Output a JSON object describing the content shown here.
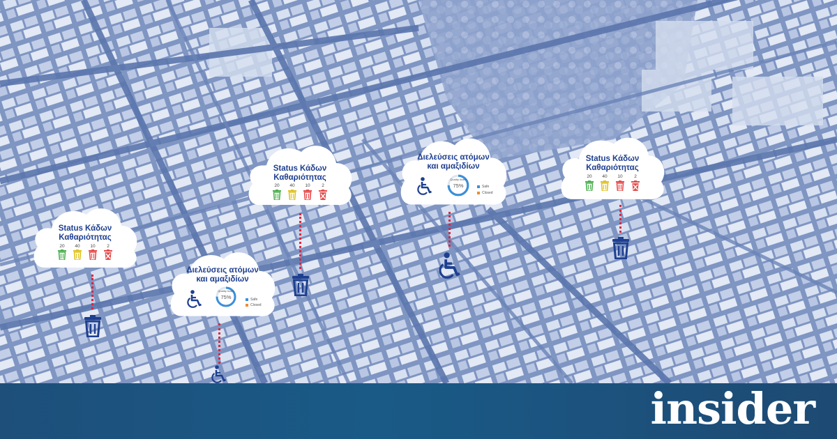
{
  "brand": {
    "logo_text": "insider"
  },
  "colors": {
    "accent": "#1e3f8f",
    "marker": "#1e3f8f",
    "connector": "#e0243b",
    "bin_green": "#4caf50",
    "bin_yellow": "#e0c21f",
    "bin_red": "#e54b4b",
    "footer": "#1d4f7a"
  },
  "icons": [
    "trash-bin-icon",
    "wheelchair-icon",
    "donut-gauge-icon"
  ],
  "status_widget": {
    "title_line1": "Status Κάδων",
    "title_line2": "Καθαριότητας",
    "counts": [
      "20",
      "40",
      "10",
      "2"
    ],
    "bin_states": [
      "green",
      "yellow",
      "red",
      "full"
    ]
  },
  "crossing_widget": {
    "title_line1": "Διελεύσεις ατόμων",
    "title_line2": "και αμαξιδίων",
    "gauge_label": "Quality Index",
    "gauge_value": "75%",
    "gauge_fraction": 0.75,
    "legend": [
      "Safe",
      "Closed"
    ],
    "legend_colors": [
      "#3b8fd9",
      "#f08c2c"
    ]
  }
}
